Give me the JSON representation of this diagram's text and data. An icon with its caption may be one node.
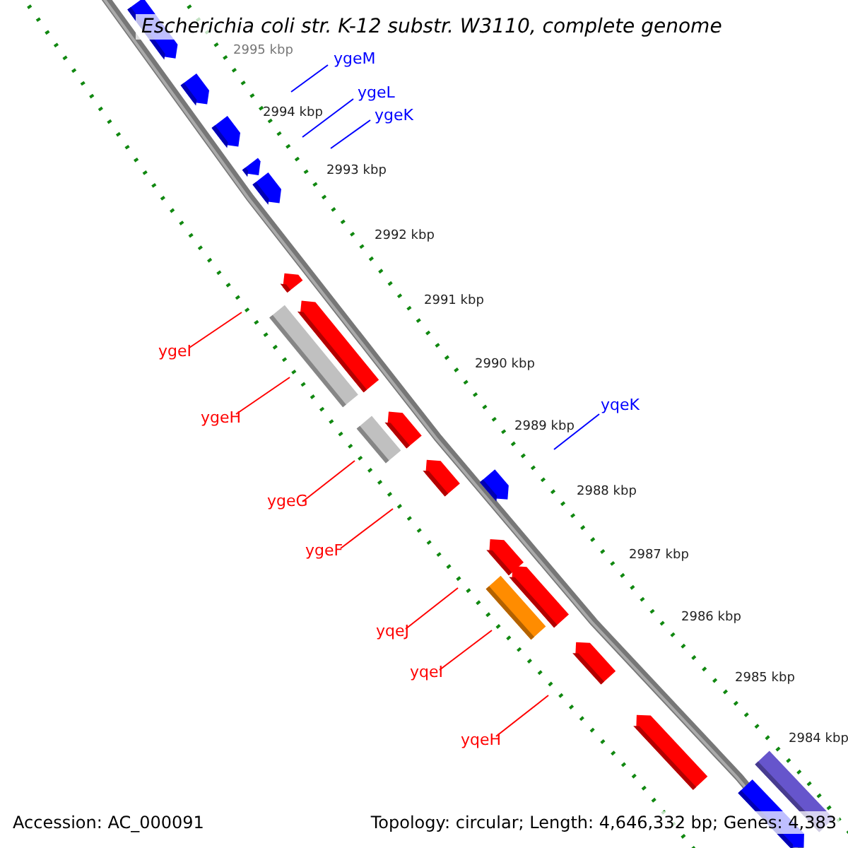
{
  "diagram": {
    "title": "Escherichia coli str. K-12 substr. W3110, complete genome",
    "nodes": [
      {
        "text": [
          "ygeM"
        ]
      },
      {
        "text": [
          "ygeL"
        ]
      },
      {
        "text": [
          "ygeK"
        ]
      },
      {
        "text": [
          "ygeI"
        ]
      },
      {
        "text": [
          "ygeH"
        ]
      },
      {
        "text": [
          "yqeK"
        ]
      },
      {
        "text": [
          "ygeG"
        ]
      },
      {
        "text": [
          "ygeF"
        ]
      },
      {
        "text": [
          "yqeJ"
        ]
      },
      {
        "text": [
          "yqeI"
        ]
      },
      {
        "text": [
          "yqeH"
        ]
      }
    ],
    "edges": [
      {
        "from": 0,
        "to": null,
        "arrow": "none",
        "color": "#0000ff"
      },
      {
        "from": 1,
        "to": null,
        "arrow": "none",
        "color": "#0000ff"
      },
      {
        "from": 2,
        "to": null,
        "arrow": "none",
        "color": "#0000ff"
      },
      {
        "from": 3,
        "to": null,
        "arrow": "none"
      },
      {
        "from": 4,
        "to": null,
        "arrow": "none"
      },
      {
        "from": 5,
        "to": null,
        "arrow": "none",
        "color": "#0000ff"
      },
      {
        "from": 6,
        "to": null,
        "arrow": "none"
      },
      {
        "from": 7,
        "to": null,
        "arrow": "none"
      },
      {
        "from": 8,
        "to": null,
        "arrow": "none"
      },
      {
        "from": 9,
        "to": null,
        "arrow": "none"
      },
      {
        "from": 10,
        "to": null,
        "arrow": "none"
      }
    ],
    "labels": [
      "2995 kbp",
      "2994 kbp",
      "2993 kbp",
      "2992 kbp",
      "2991 kbp",
      "2990 kbp",
      "2989 kbp",
      "2988 kbp",
      "2987 kbp",
      "2986 kbp",
      "2985 kbp",
      "2984 kbp",
      "Accession: AC_000091",
      "Topology: circular; Length: 4,646,332 bp; Genes: 4,383"
    ]
  }
}
